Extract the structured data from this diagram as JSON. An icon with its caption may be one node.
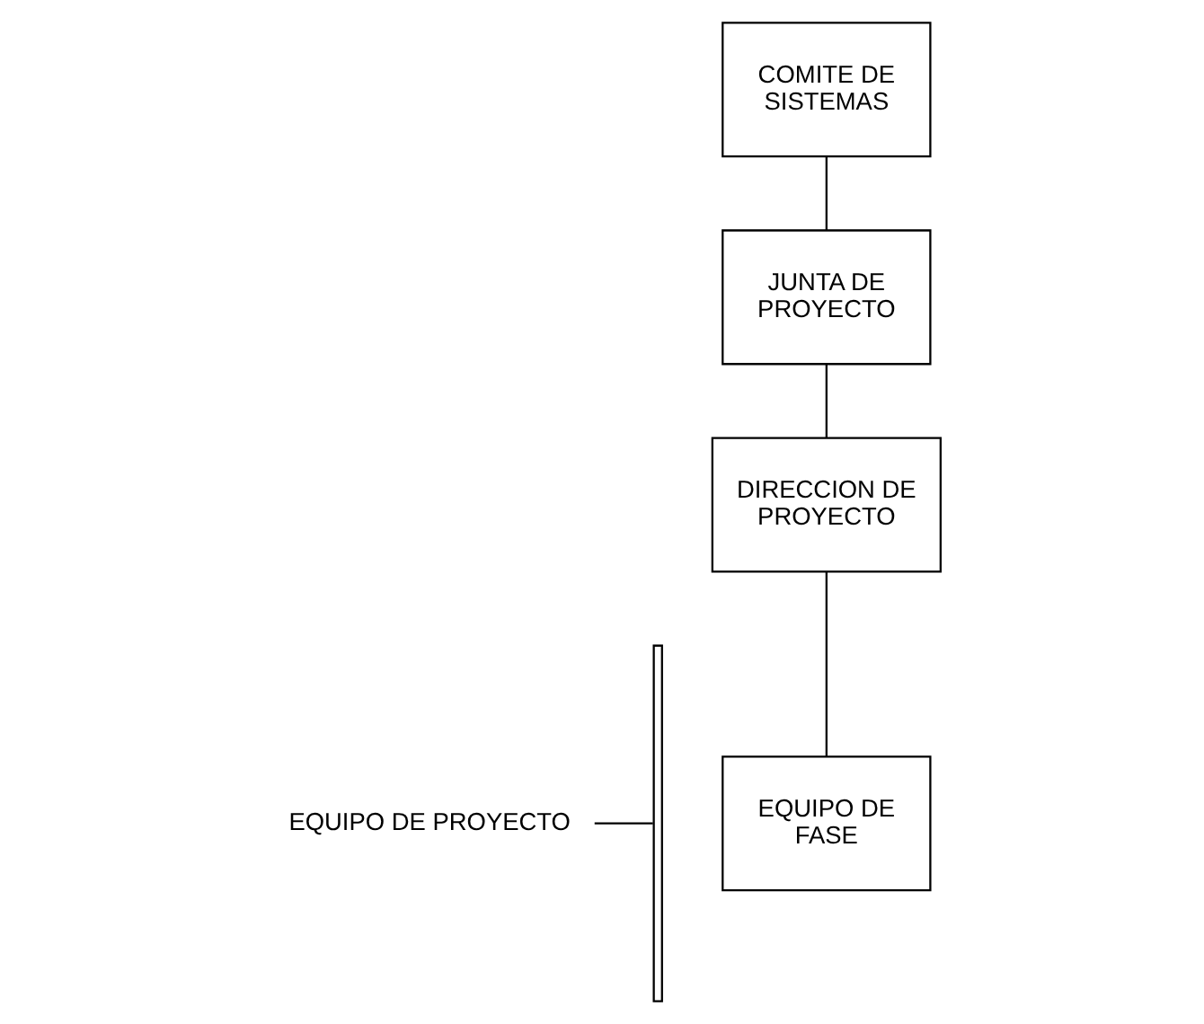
{
  "diagram": {
    "nodes": [
      {
        "text": [
          "COMITE DE SISTEMAS"
        ]
      },
      {
        "text": [
          "JUNTA DE PROYECTO"
        ]
      },
      {
        "text": [
          "DIRECCION DE PROYECTO"
        ]
      },
      {
        "text": [
          "EQUIPO DE FASE"
        ]
      },
      {
        "text": [
          "EQUIPO DE PROYECTO"
        ]
      },
      {
        "text": [],
        "shape": "bar"
      }
    ],
    "edges": [
      {
        "from": 0,
        "to": 1,
        "arrow": "none"
      },
      {
        "from": 1,
        "to": 2,
        "arrow": "none"
      },
      {
        "from": 2,
        "to": 3,
        "arrow": "none"
      },
      {
        "from": 4,
        "to": 5,
        "arrow": "none"
      }
    ]
  }
}
